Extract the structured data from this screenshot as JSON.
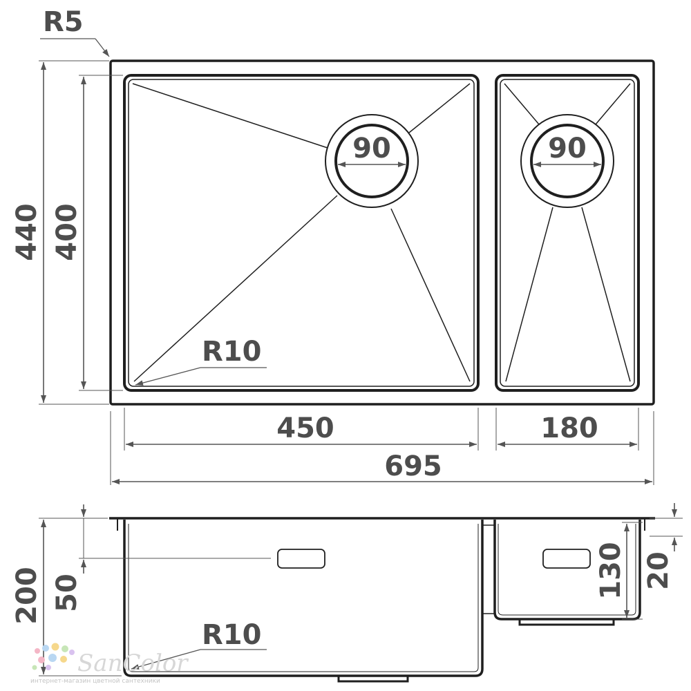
{
  "top_view": {
    "corner_radius_label": "R5",
    "overall_depth_label": "440",
    "bowl_depth_label": "400",
    "drain_left_label": "90",
    "drain_right_label": "90",
    "bowl_radius_label": "R10",
    "left_bowl_width_label": "450",
    "right_bowl_width_label": "180",
    "overall_width_label": "695"
  },
  "side_view": {
    "height_label": "200",
    "overflow_offset_label": "50",
    "small_bowl_height_label": "130",
    "rim_offset_label": "20",
    "bowl_radius_label": "R10"
  },
  "watermark": {
    "brand": "SanColor",
    "tagline": "интернет-магазин цветной сантехники",
    "dot_colors": [
      "#f4b6c6",
      "#b9d7f2",
      "#f6d88c",
      "#c7e6b7",
      "#d9c2ef"
    ]
  },
  "colors": {
    "line": "#1f1f1f",
    "dimension": "#4d4d4d"
  }
}
